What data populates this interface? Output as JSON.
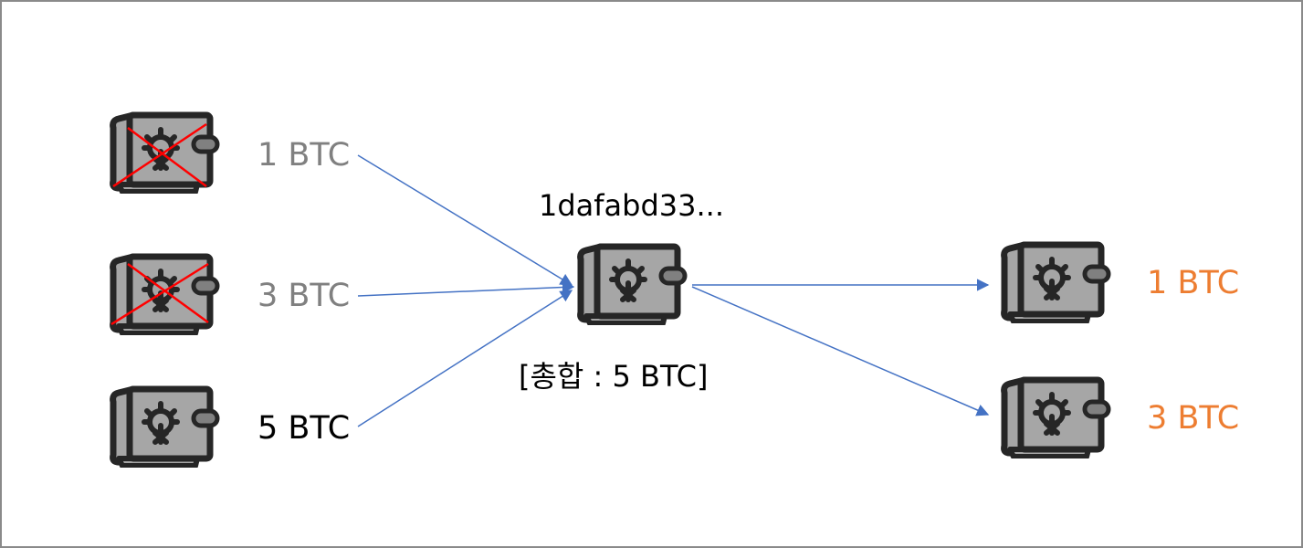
{
  "inputs": [
    {
      "amount": "1 BTC",
      "spent": true
    },
    {
      "amount": "3 BTC",
      "spent": true
    },
    {
      "amount": "5 BTC",
      "spent": false
    }
  ],
  "transaction": {
    "id": "1dafabd33...",
    "total": "[총합 : 5 BTC]"
  },
  "outputs": [
    {
      "amount": "1 BTC"
    },
    {
      "amount": "3 BTC"
    }
  ],
  "colors": {
    "spent_text": "#808080",
    "unspent_text": "#000000",
    "output_text": "#ed7d31",
    "arrow": "#4472c4",
    "cross": "#ff0000",
    "wallet_body": "#a6a6a6",
    "wallet_outline": "#262626"
  },
  "icons": {
    "wallet": "wallet-icon",
    "spent_mark": "cross-mark-icon"
  }
}
